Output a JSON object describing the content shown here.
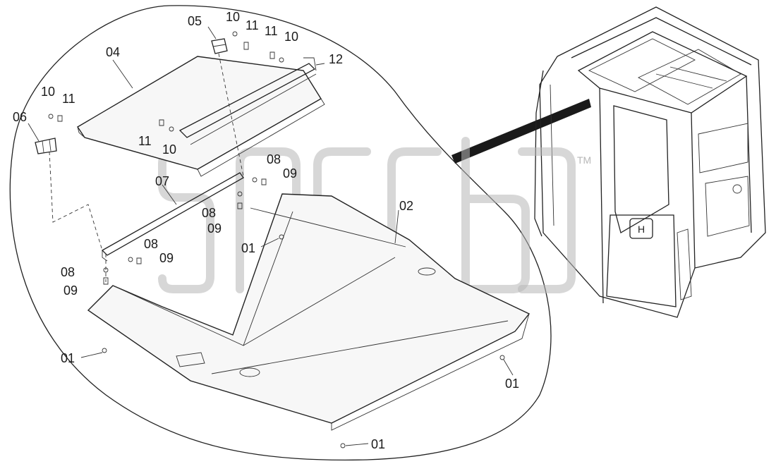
{
  "labels": {
    "p01a": "01",
    "p01b": "01",
    "p01c": "01",
    "p01d": "01",
    "p02": "02",
    "p04": "04",
    "p05": "05",
    "p06": "06",
    "p07": "07",
    "p08a": "08",
    "p08b": "08",
    "p08c": "08",
    "p08d": "08",
    "p09a": "09",
    "p09b": "09",
    "p09c": "09",
    "p09d": "09",
    "p10a": "10",
    "p10b": "10",
    "p10c": "10",
    "p10d": "10",
    "p11a": "11",
    "p11b": "11",
    "p11c": "11",
    "p11d": "11",
    "p12": "12"
  },
  "watermark": {
    "tm": "TM"
  },
  "colors": {
    "line": "#222222",
    "watermark": "#b7b7b7",
    "background": "#ffffff"
  }
}
